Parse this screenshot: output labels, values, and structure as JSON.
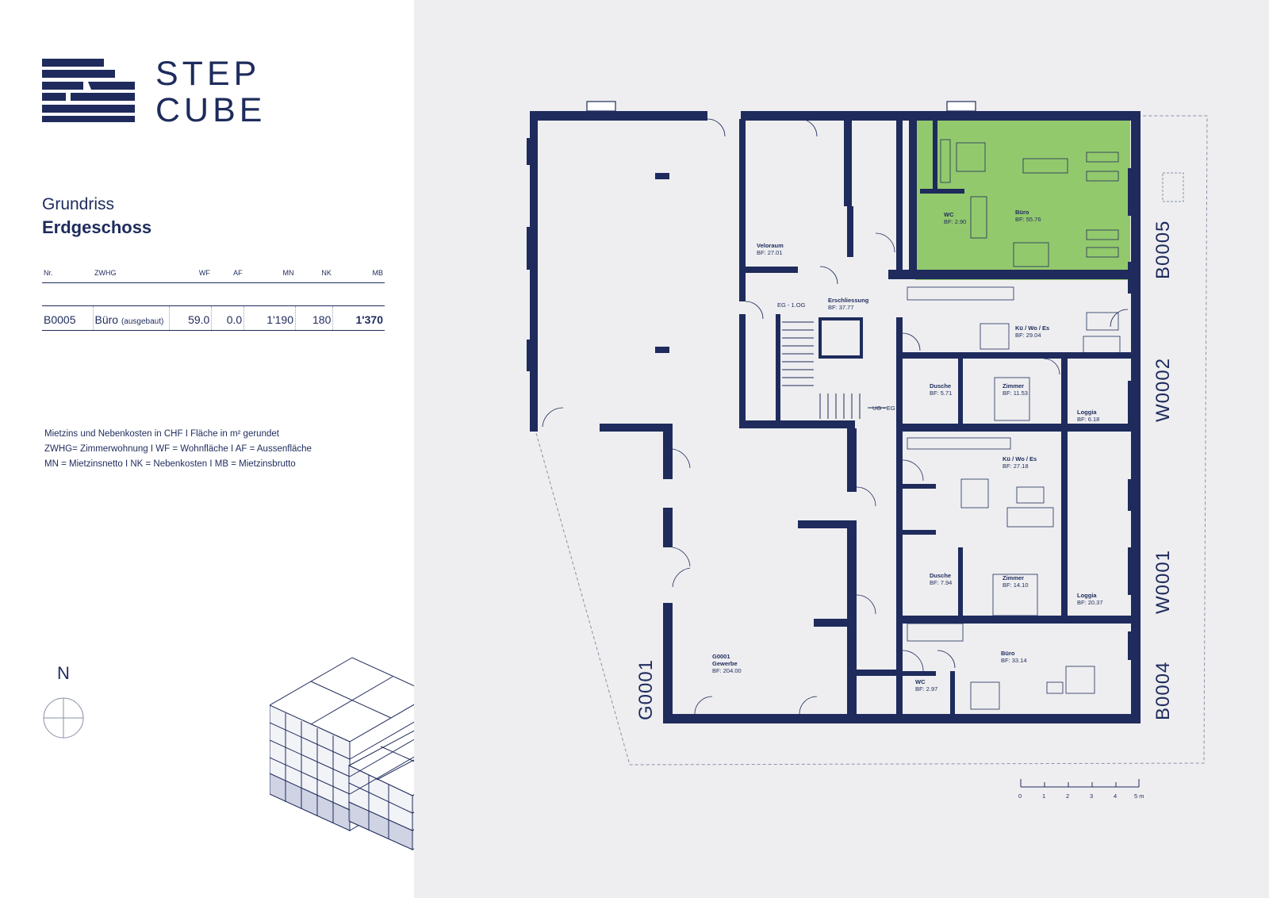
{
  "brand": {
    "line1": "STEP",
    "line2": "CUBE"
  },
  "plan": {
    "subtitle": "Grundriss",
    "title": "Erdgeschoss"
  },
  "table": {
    "headers": [
      "Nr.",
      "ZWHG",
      "WF",
      "AF",
      "MN",
      "NK",
      "MB"
    ],
    "row": {
      "nr": "B0005",
      "zwhg": "Büro",
      "zwhg_note": "(ausgebaut)",
      "wf": "59.0",
      "af": "0.0",
      "mn": "1'190",
      "nk": "180",
      "mb": "1'370"
    }
  },
  "notes": [
    "Mietzins und Nebenkosten in CHF  I  Fläche in m² gerundet",
    "ZWHG= Zimmerwohnung I WF = Wohnfläche  I  AF = Aussenfläche",
    "MN = Mietzinsnetto  I  NK = Nebenkosten  I  MB = Mietzinsbrutto"
  ],
  "north_label": "N",
  "units": [
    "B0005",
    "W0002",
    "W0001",
    "B0004",
    "G0001"
  ],
  "rooms": [
    {
      "name": "Büro",
      "area": "BF: 55.76"
    },
    {
      "name": "WC",
      "area": "BF: 2.90"
    },
    {
      "name": "Veloraum",
      "area": "BF: 27.01"
    },
    {
      "name": "Erschliessung",
      "area": "BF: 37.77"
    },
    {
      "name": "Kü / Wo / Es",
      "area": "BF: 29.04"
    },
    {
      "name": "Dusche",
      "area": "BF: 5.71"
    },
    {
      "name": "Zimmer",
      "area": "BF: 11.53"
    },
    {
      "name": "Loggia",
      "area": "BF: 6.18"
    },
    {
      "name": "Kü / Wo / Es",
      "area": "BF: 27.18"
    },
    {
      "name": "Dusche",
      "area": "BF: 7.94"
    },
    {
      "name": "Zimmer",
      "area": "BF: 14.10"
    },
    {
      "name": "Loggia",
      "area": "BF: 20.37"
    },
    {
      "name": "Büro",
      "area": "BF: 33.14"
    },
    {
      "name": "WC",
      "area": "BF: 2.97"
    },
    {
      "name": "G0001",
      "line2": "Gewerbe",
      "area": "BF: 204.00"
    }
  ],
  "stairs": {
    "up": "EG - 1.OG",
    "down": "UG - EG"
  },
  "scale": {
    "ticks": [
      "0",
      "1",
      "2",
      "3",
      "4",
      "5 m"
    ]
  },
  "colors": {
    "navy": "#1e2b5c",
    "highlight": "#93c96d",
    "panel": "#eeeef0"
  }
}
